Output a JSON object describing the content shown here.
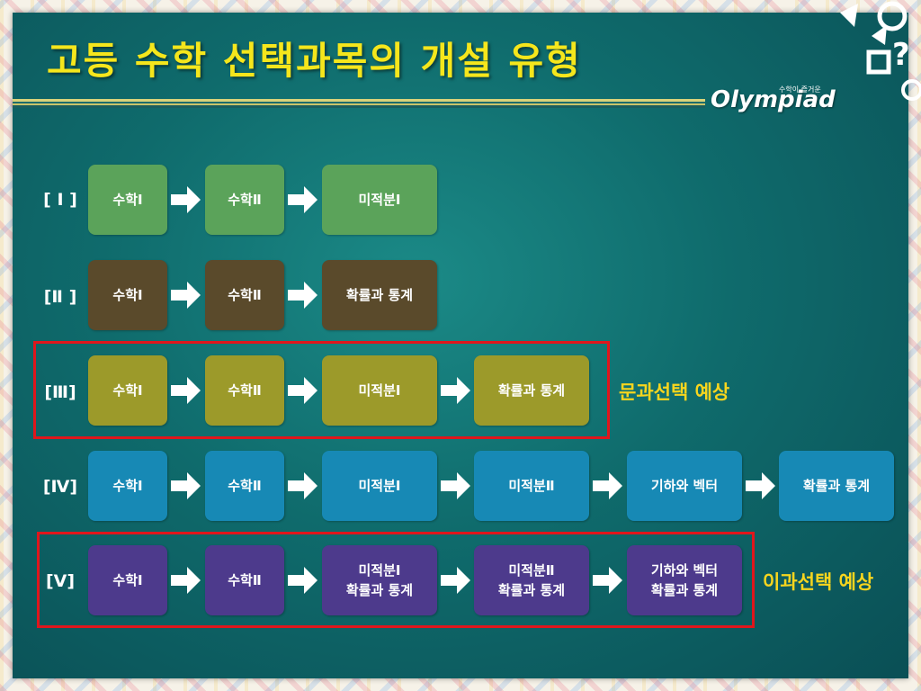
{
  "title": "고등 수학 선택과목의 개설 유형",
  "logo": {
    "text": "Olympiad",
    "sub": "수학이 즐거운"
  },
  "colors": {
    "row1": "#5ba35a",
    "row2": "#5a4a2b",
    "row3": "#9c9a2a",
    "row4": "#1789b5",
    "row5": "#4d3a8c",
    "highlight": "#e0161c",
    "note": "#f7d51e",
    "title": "#f5e61c"
  },
  "rows": [
    {
      "label": "[ Ⅰ ]",
      "boxes": [
        [
          "수학Ⅰ"
        ],
        [
          "수학Ⅱ"
        ],
        [
          "미적분Ⅰ"
        ]
      ]
    },
    {
      "label": "[Ⅱ ]",
      "boxes": [
        [
          "수학Ⅰ"
        ],
        [
          "수학Ⅱ"
        ],
        [
          "확률과 통계"
        ]
      ]
    },
    {
      "label": "[Ⅲ]",
      "boxes": [
        [
          "수학Ⅰ"
        ],
        [
          "수학Ⅱ"
        ],
        [
          "미적분Ⅰ"
        ],
        [
          "확률과 통계"
        ]
      ]
    },
    {
      "label": "[Ⅳ]",
      "boxes": [
        [
          "수학Ⅰ"
        ],
        [
          "수학Ⅱ"
        ],
        [
          "미적분Ⅰ"
        ],
        [
          "미적분Ⅱ"
        ],
        [
          "기하와 벡터"
        ],
        [
          "확률과 통계"
        ]
      ]
    },
    {
      "label": "[Ⅴ]",
      "boxes": [
        [
          "수학Ⅰ"
        ],
        [
          "수학Ⅱ"
        ],
        [
          "미적분Ⅰ",
          "확률과 통계"
        ],
        [
          "미적분Ⅱ",
          "확률과 통계"
        ],
        [
          "기하와 벡터",
          "확률과 통계"
        ]
      ]
    }
  ],
  "notes": {
    "row3": "문과선택 예상",
    "row5": "이과선택 예상"
  }
}
